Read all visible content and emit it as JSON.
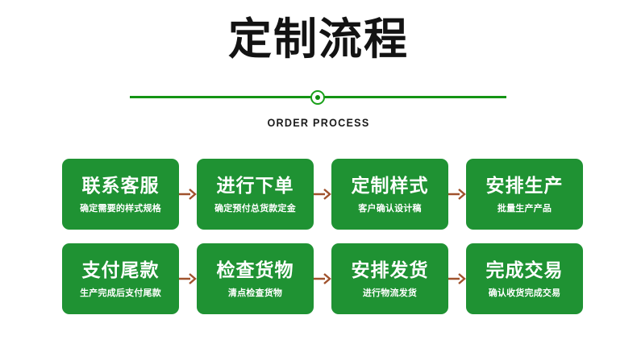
{
  "header": {
    "title": "定制流程",
    "subtitle": "ORDER PROCESS",
    "divider_icon": "circle-dot-ornament"
  },
  "colors": {
    "brand_green": "#1f9233",
    "divider_green": "#149414",
    "arrow_brown": "#a0522d",
    "title_black": "#131313",
    "box_text_white": "#ffffff",
    "background": "#ffffff"
  },
  "flow": {
    "arrow_icon": "arrow-right-icon",
    "rows": [
      {
        "steps": [
          {
            "title": "联系客服",
            "desc": "确定需要的样式规格"
          },
          {
            "title": "进行下单",
            "desc": "确定预付总货款定金"
          },
          {
            "title": "定制样式",
            "desc": "客户确认设计稿"
          },
          {
            "title": "安排生产",
            "desc": "批量生产产品"
          }
        ]
      },
      {
        "steps": [
          {
            "title": "支付尾款",
            "desc": "生产完成后支付尾款"
          },
          {
            "title": "检查货物",
            "desc": "清点检查货物"
          },
          {
            "title": "安排发货",
            "desc": "进行物流发货"
          },
          {
            "title": "完成交易",
            "desc": "确认收货完成交易"
          }
        ]
      }
    ]
  }
}
